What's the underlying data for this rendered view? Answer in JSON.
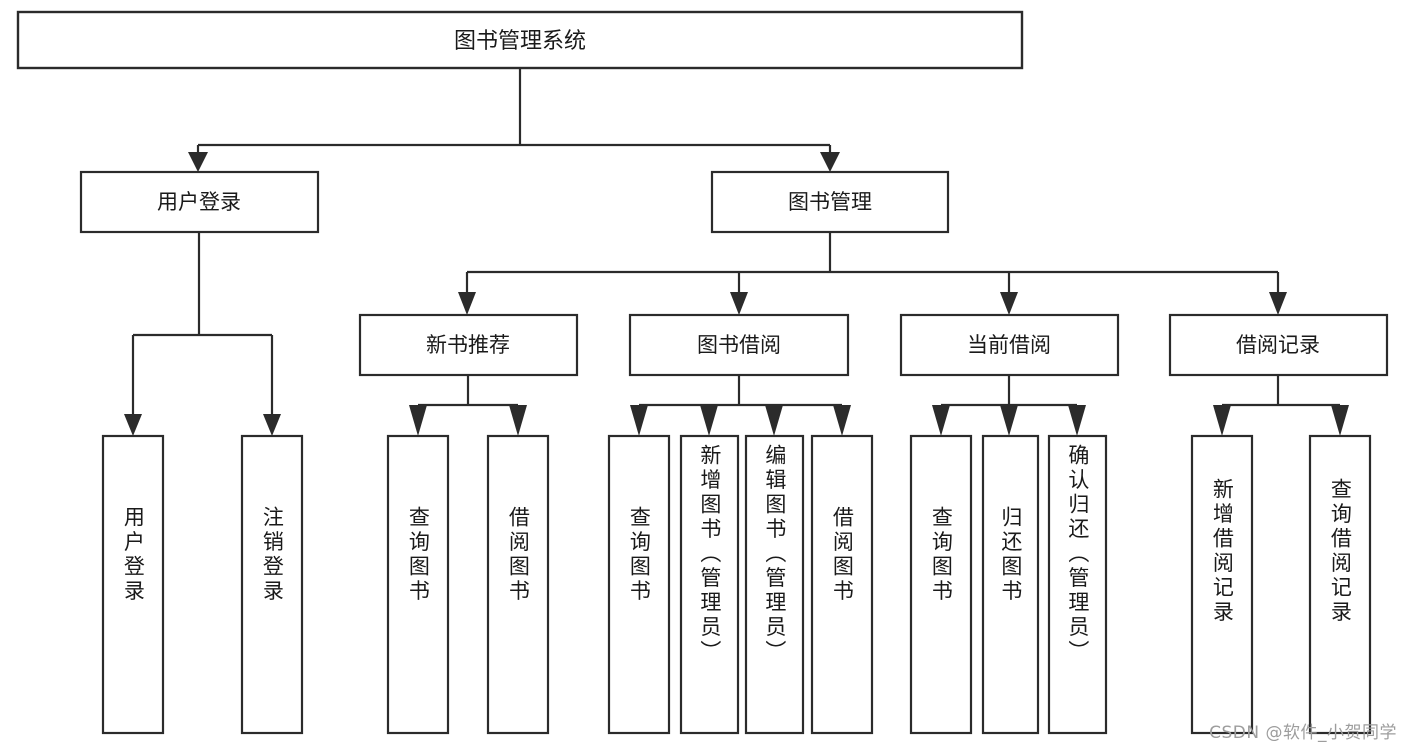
{
  "diagram": {
    "title": "图书管理系统",
    "type": "tree-hierarchy-chart",
    "colors": {
      "box_stroke": "#2b2b2b",
      "box_fill": "#ffffff",
      "text": "#1a1a1a",
      "background": "#ffffff",
      "watermark": "#9d9d9d"
    },
    "root": {
      "label": "图书管理系统"
    },
    "level2": [
      {
        "label": "用户登录"
      },
      {
        "label": "图书管理"
      }
    ],
    "level3": [
      {
        "label": "新书推荐"
      },
      {
        "label": "图书借阅"
      },
      {
        "label": "当前借阅"
      },
      {
        "label": "借阅记录"
      }
    ],
    "leaves": {
      "user_login": [
        {
          "label": "用户登录"
        },
        {
          "label": "注销登录"
        }
      ],
      "new_book_recommend": [
        {
          "label": "查询图书"
        },
        {
          "label": "借阅图书"
        }
      ],
      "book_borrow": [
        {
          "label": "查询图书"
        },
        {
          "label": "新增图书（管理员）"
        },
        {
          "label": "编辑图书（管理员）"
        },
        {
          "label": "借阅图书"
        }
      ],
      "current_borrow": [
        {
          "label": "查询图书"
        },
        {
          "label": "归还图书"
        },
        {
          "label": "确认归还（管理员）"
        }
      ],
      "borrow_record": [
        {
          "label": "新增借阅记录"
        },
        {
          "label": "查询借阅记录"
        }
      ]
    },
    "watermark": "CSDN @软件_小贺同学"
  }
}
